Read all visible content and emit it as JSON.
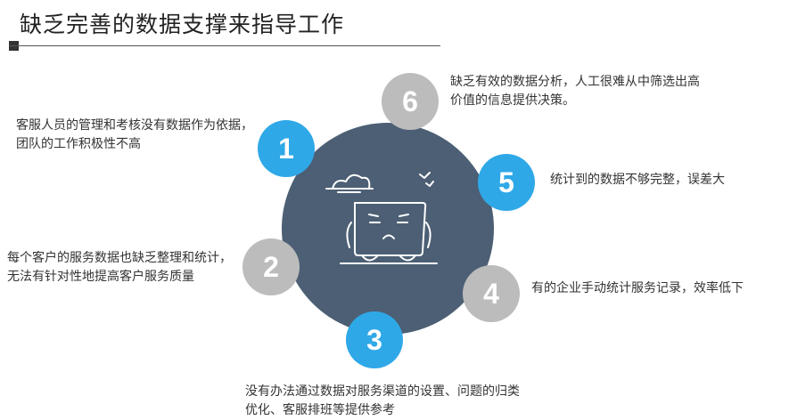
{
  "title": "缺乏完善的数据支撑来指导工作",
  "items": [
    {
      "number": "1",
      "text": "客服人员的管理和考核没有数据作为依据，团队的工作积极性不高"
    },
    {
      "number": "2",
      "text": "每个客户的服务数据也缺乏整理和统计，无法有针对性地提高客户服务质量"
    },
    {
      "number": "3",
      "text": "没有办法通过数据对服务渠道的设置、问题的归类优化、客服排班等提供参考"
    },
    {
      "number": "4",
      "text": "有的企业手动统计服务记录，效率低下"
    },
    {
      "number": "5",
      "text": "统计到的数据不够完整，误差大"
    },
    {
      "number": "6",
      "text": "缺乏有效的数据分析，人工很难从中筛选出高价值的信息提供决策。"
    }
  ],
  "colors": {
    "hub": "#4c5f74",
    "badge_blue": "#2fa8e7",
    "badge_gray": "#bcbcbc"
  }
}
